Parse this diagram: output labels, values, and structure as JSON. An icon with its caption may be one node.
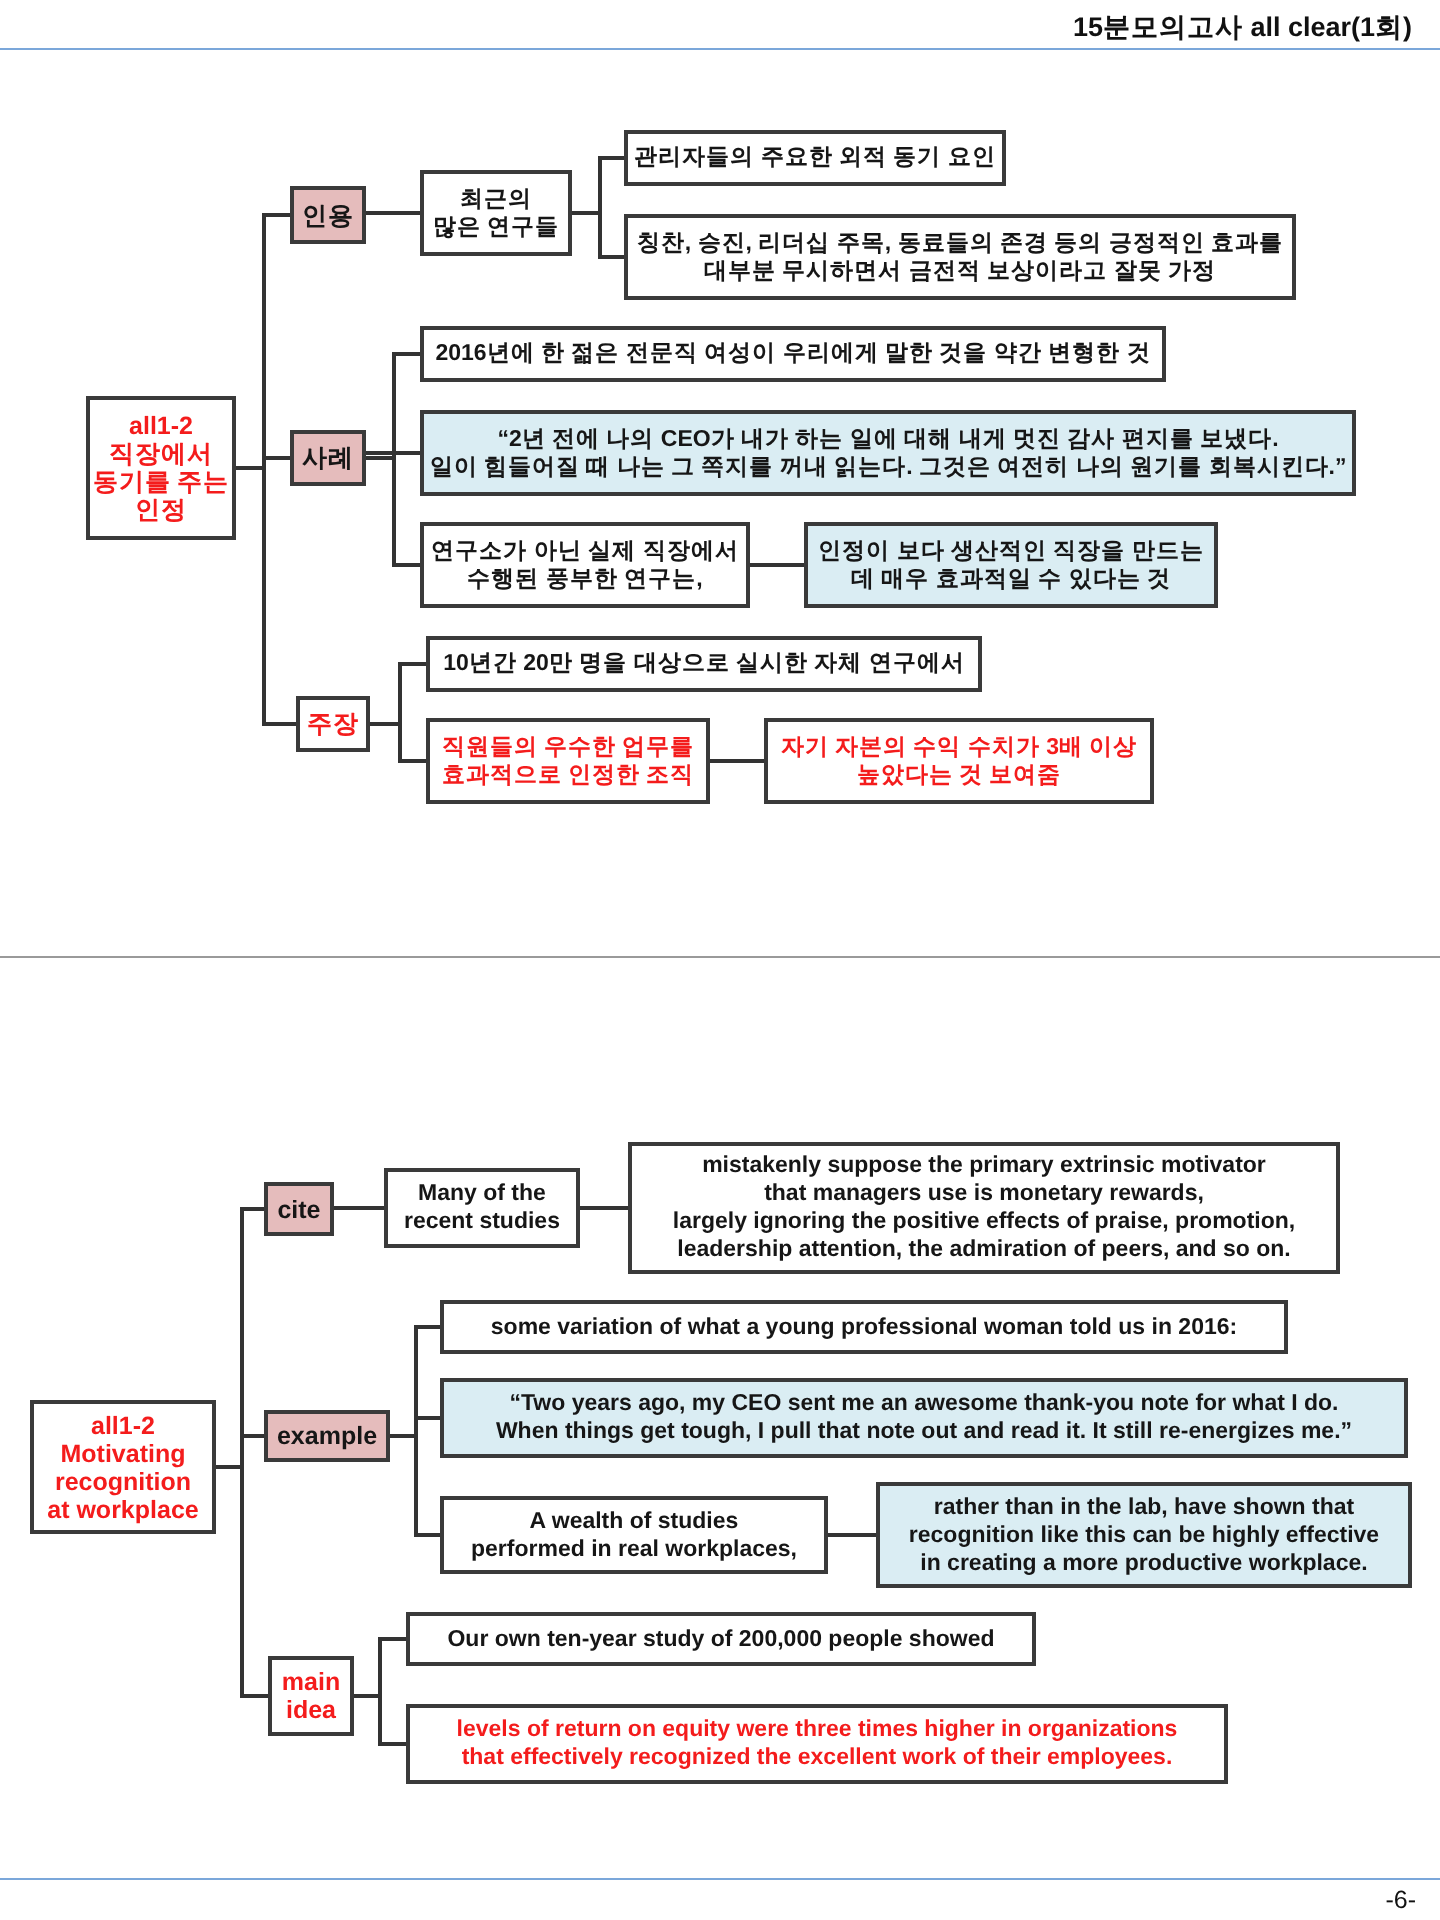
{
  "diagram": {
    "nodes": [
      {
        "text": [
          "all1-2 직장에서 동기를 주는 인정"
        ]
      },
      {
        "text": [
          "인용"
        ]
      },
      {
        "text": [
          "최근의 많은 연구들"
        ]
      },
      {
        "text": [
          "관리자들의 주요한 외적 동기 요인"
        ]
      },
      {
        "text": [
          "칭찬, 승진, 리더십 주목, 동료들의 존경 등의 긍정적인 효과를 대부분 무시하면서 금전적 보상이라고 잘못 가정"
        ]
      },
      {
        "text": [
          "사례"
        ]
      },
      {
        "text": [
          "2016년에 한 젊은 전문직 여성이 우리에게 말한 것을 약간 변형한 것"
        ]
      },
      {
        "text": [
          "“2년 전에 나의 CEO가 내가 하는 일에 대해 내게 멋진 감사 편지를 보냈다. 일이 힘들어질 때 나는 그 쪽지를 꺼내 읽는다. 그것은 여전히 나의 원기를 회복시킨다.”"
        ]
      },
      {
        "text": [
          "연구소가 아닌 실제 직장에서 수행된 풍부한 연구는,"
        ]
      },
      {
        "text": [
          "인정이 보다 생산적인 직장을 만드는 데 매우 효과적일 수 있다는 것"
        ]
      },
      {
        "text": [
          "주장"
        ]
      },
      {
        "text": [
          "10년간 20만 명을 대상으로 실시한 자체 연구에서"
        ]
      },
      {
        "text": [
          "직원들의 우수한 업무를 효과적으로 인정한 조직"
        ]
      },
      {
        "text": [
          "자기 자본의 수익 수치가 3배 이상 높았다는 것 보여줌"
        ]
      },
      {
        "text": [
          "all1-2 Motivating recognition at workplace"
        ]
      },
      {
        "text": [
          "cite"
        ]
      },
      {
        "text": [
          "Many of the recent studies"
        ]
      },
      {
        "text": [
          "mistakenly suppose the primary extrinsic motivator that managers use is monetary rewards, largely ignoring the positive effects of praise, promotion, leadership attention, the admiration of peers, and so on."
        ]
      },
      {
        "text": [
          "example"
        ]
      },
      {
        "text": [
          "some variation of what a young professional woman told us in 2016:"
        ]
      },
      {
        "text": [
          "“Two years ago, my CEO sent me an awesome thank-you note for what I do. When things get tough, I pull that note out and read it. It still re-energizes me.”"
        ]
      },
      {
        "text": [
          "A wealth of studies performed in real workplaces,"
        ]
      },
      {
        "text": [
          "rather than in the lab, have shown that recognition like this can be highly effective in creating a more productive workplace."
        ]
      },
      {
        "text": [
          "main idea"
        ]
      },
      {
        "text": [
          "Our own ten-year study of 200,000 people showed"
        ]
      },
      {
        "text": [
          "levels of return on equity were three times higher in organizations that effectively recognized the excellent work of their employees."
        ]
      }
    ],
    "edges": [
      {
        "from": 0,
        "to": 1,
        "arrow": "none"
      },
      {
        "from": 0,
        "to": 5,
        "arrow": "none"
      },
      {
        "from": 0,
        "to": 10,
        "arrow": "none"
      },
      {
        "from": 1,
        "to": 2,
        "arrow": "none"
      },
      {
        "from": 2,
        "to": 3,
        "arrow": "none"
      },
      {
        "from": 2,
        "to": 4,
        "arrow": "none"
      },
      {
        "from": 5,
        "to": 6,
        "arrow": "none"
      },
      {
        "from": 5,
        "to": 7,
        "arrow": "none"
      },
      {
        "from": 5,
        "to": 8,
        "arrow": "none"
      },
      {
        "from": 8,
        "to": 9,
        "arrow": "none"
      },
      {
        "from": 10,
        "to": 11,
        "arrow": "none"
      },
      {
        "from": 10,
        "to": 12,
        "arrow": "none"
      },
      {
        "from": 12,
        "to": 13,
        "arrow": "none"
      },
      {
        "from": 14,
        "to": 15,
        "arrow": "none"
      },
      {
        "from": 14,
        "to": 18,
        "arrow": "none"
      },
      {
        "from": 14,
        "to": 23,
        "arrow": "none"
      },
      {
        "from": 15,
        "to": 16,
        "arrow": "none"
      },
      {
        "from": 16,
        "to": 17,
        "arrow": "none"
      },
      {
        "from": 18,
        "to": 19,
        "arrow": "none"
      },
      {
        "from": 18,
        "to": 20,
        "arrow": "none"
      },
      {
        "from": 18,
        "to": 21,
        "arrow": "none"
      },
      {
        "from": 21,
        "to": 22,
        "arrow": "none"
      },
      {
        "from": 23,
        "to": 24,
        "arrow": "none"
      },
      {
        "from": 23,
        "to": 25,
        "arrow": "none"
      }
    ],
    "labels": [
      "15분모의고사 all clear(1회)",
      "-6-"
    ]
  }
}
